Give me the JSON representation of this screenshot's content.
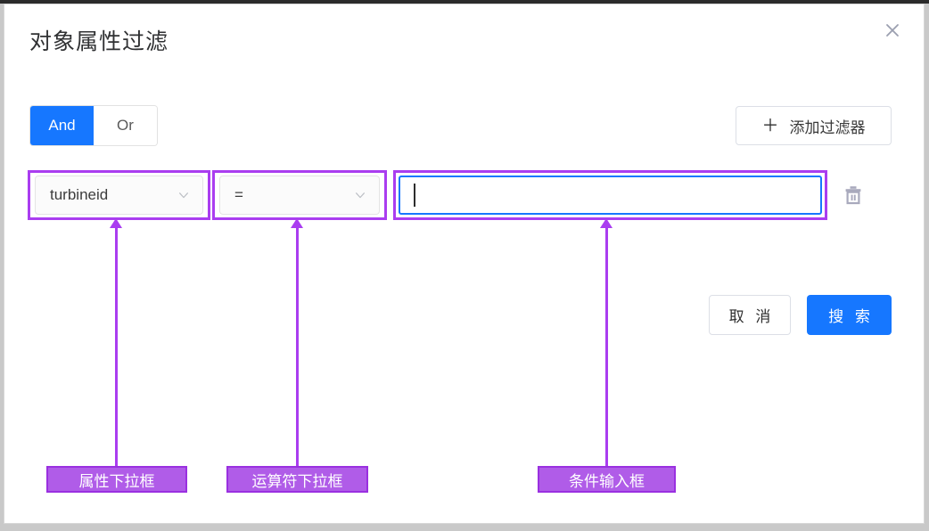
{
  "dialog": {
    "title": "对象属性过滤",
    "close_icon": "close-icon"
  },
  "logic_toggle": {
    "options": [
      "And",
      "Or"
    ],
    "selected": "And",
    "and_label": "And",
    "or_label": "Or"
  },
  "add_filter": {
    "label": "添加过滤器",
    "plus": "＋"
  },
  "filter_row": {
    "attribute": {
      "value": "turbineid",
      "chevron": "chevron-down-icon"
    },
    "operator": {
      "value": "=",
      "chevron": "chevron-down-icon"
    },
    "condition_input": {
      "value": "",
      "placeholder": ""
    },
    "delete_icon": "trash-icon"
  },
  "footer": {
    "cancel_label": "取 消",
    "search_label": "搜 索"
  },
  "annotations": [
    {
      "label": "属性下拉框"
    },
    {
      "label": "运算符下拉框"
    },
    {
      "label": "条件输入框"
    }
  ],
  "colors": {
    "accent_blue": "#1677ff",
    "annotation_purple": "#aa3df0",
    "annotation_fill": "#b05ce8",
    "card_background": "#ffffff",
    "page_background": "#c9c9c9"
  }
}
